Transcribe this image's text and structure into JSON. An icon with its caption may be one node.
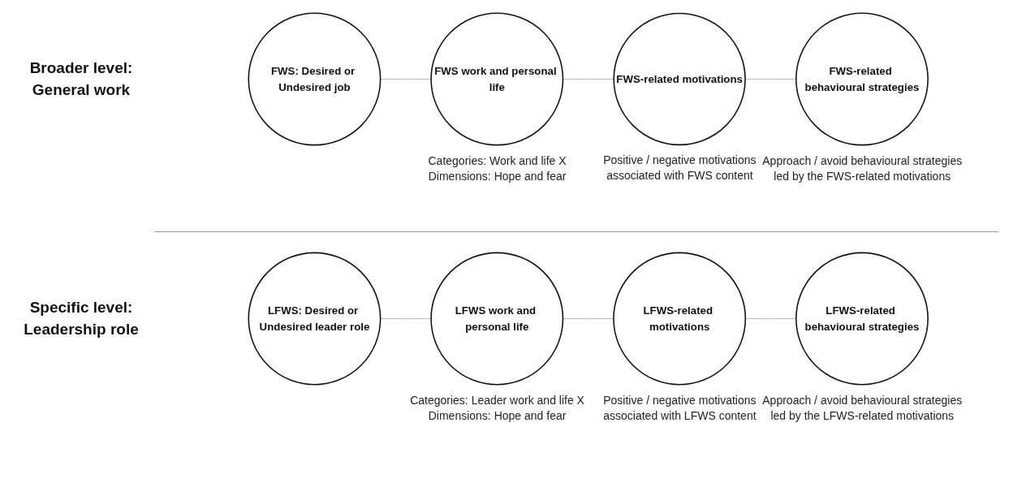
{
  "diagram": {
    "nodes": [
      {
        "text": [
          "FWS: Desired or Undesired job"
        ]
      },
      {
        "text": [
          "FWS work and personal life"
        ],
        "beside": [
          "Categories: Work and life X Dimensions: Hope and fear"
        ]
      },
      {
        "text": [
          "FWS-related motivations"
        ],
        "beside": [
          "Positive / negative motivations associated with FWS content"
        ]
      },
      {
        "text": [
          "FWS-related behavioural strategies"
        ],
        "beside": [
          "Approach / avoid behavioural strategies led by the FWS-related motivations"
        ]
      },
      {
        "text": [
          "LFWS: Desired or Undesired leader role"
        ]
      },
      {
        "text": [
          "LFWS work and personal life"
        ],
        "beside": [
          "Categories: Leader work and life X Dimensions: Hope and fear"
        ]
      },
      {
        "text": [
          "LFWS-related motivations"
        ],
        "beside": [
          "Positive / negative motivations associated with LFWS content"
        ]
      },
      {
        "text": [
          "LFWS-related behavioural strategies"
        ],
        "beside": [
          "Approach / avoid behavioural strategies led by the LFWS-related motivations"
        ]
      }
    ],
    "edges": [
      {
        "from": 0,
        "to": 1,
        "arrow": "none"
      },
      {
        "from": 1,
        "to": 2,
        "arrow": "none"
      },
      {
        "from": 2,
        "to": 3,
        "arrow": "none"
      },
      {
        "from": 4,
        "to": 5,
        "arrow": "none"
      },
      {
        "from": 5,
        "to": 6,
        "arrow": "none"
      },
      {
        "from": 6,
        "to": 7,
        "arrow": "none"
      }
    ],
    "labels": [
      "Broader level: General work",
      "Specific level: Leadership role"
    ]
  }
}
